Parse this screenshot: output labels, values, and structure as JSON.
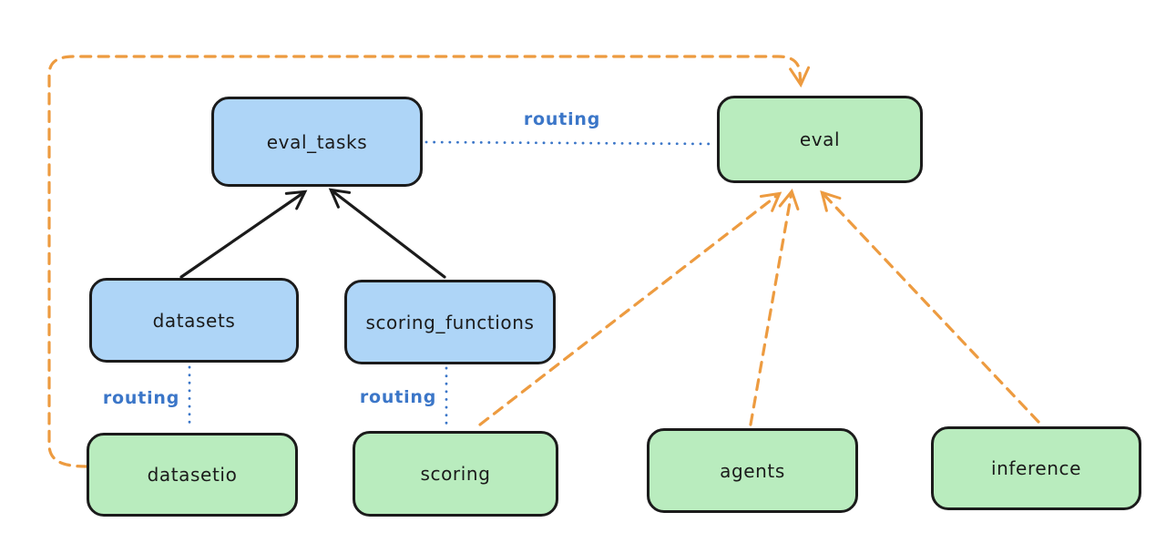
{
  "diagram": {
    "kind": "flow-diagram",
    "nodes": {
      "eval_tasks": {
        "label": "eval_tasks",
        "fill": "#aed5f7",
        "group": "blue"
      },
      "eval": {
        "label": "eval",
        "fill": "#b9ecbe",
        "group": "green"
      },
      "datasets": {
        "label": "datasets",
        "fill": "#aed5f7",
        "group": "blue"
      },
      "scoring_functions": {
        "label": "scoring_functions",
        "fill": "#aed5f7",
        "group": "blue"
      },
      "datasetio": {
        "label": "datasetio",
        "fill": "#b9ecbe",
        "group": "green"
      },
      "scoring": {
        "label": "scoring",
        "fill": "#b9ecbe",
        "group": "green"
      },
      "agents": {
        "label": "agents",
        "fill": "#b9ecbe",
        "group": "green"
      },
      "inference": {
        "label": "inference",
        "fill": "#b9ecbe",
        "group": "green"
      }
    },
    "edge_labels": {
      "routing_top": "routing",
      "routing_datasets": "routing",
      "routing_scoring": "routing"
    },
    "edges": [
      {
        "from": "datasets",
        "to": "eval_tasks",
        "style": "solid-black-arrow"
      },
      {
        "from": "scoring_functions",
        "to": "eval_tasks",
        "style": "solid-black-arrow"
      },
      {
        "from": "eval_tasks",
        "to": "eval",
        "style": "dotted-blue",
        "label": "routing"
      },
      {
        "from": "datasets",
        "to": "datasetio",
        "style": "dotted-blue",
        "label": "routing"
      },
      {
        "from": "scoring_functions",
        "to": "scoring",
        "style": "dotted-blue",
        "label": "routing"
      },
      {
        "from": "datasetio",
        "to": "eval",
        "style": "dashed-orange-arrow",
        "route": "loop-around-left-and-top"
      },
      {
        "from": "scoring",
        "to": "eval",
        "style": "dashed-orange-arrow"
      },
      {
        "from": "agents",
        "to": "eval",
        "style": "dashed-orange-arrow"
      },
      {
        "from": "inference",
        "to": "eval",
        "style": "dashed-orange-arrow"
      }
    ],
    "colors": {
      "background": "#ffffff",
      "blue_fill": "#aed5f7",
      "green_fill": "#b9ecbe",
      "node_stroke": "#1b1b1b",
      "routing_blue": "#3b76c8",
      "orange": "#ed9b40"
    }
  }
}
